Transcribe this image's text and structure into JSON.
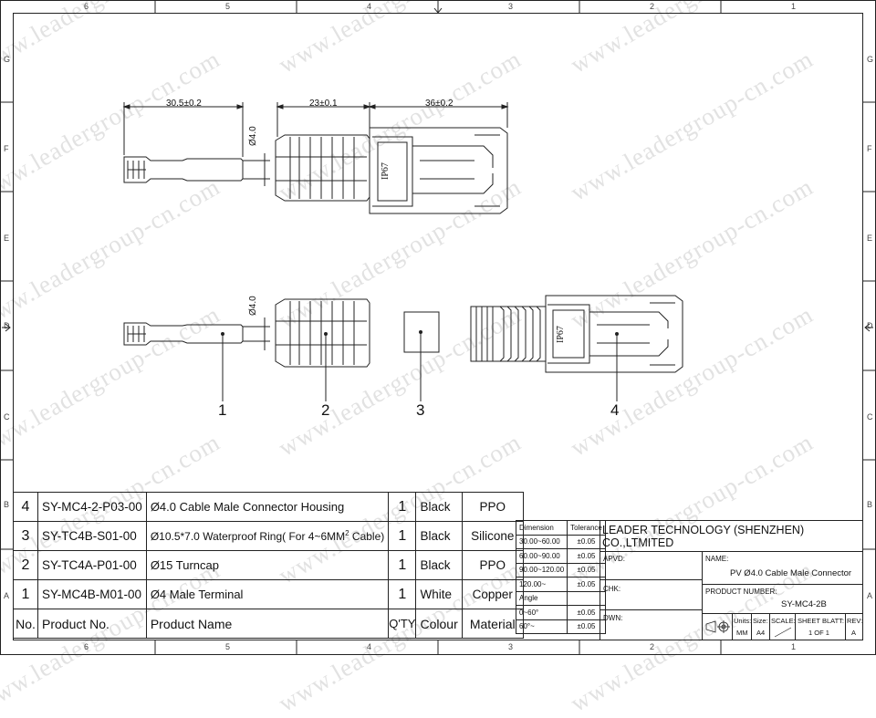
{
  "watermark": "www.leadergroup-cn.com",
  "grid": {
    "columns": [
      "6",
      "5",
      "4",
      "3",
      "2",
      "1"
    ],
    "rows": [
      "G",
      "F",
      "E",
      "D",
      "C",
      "B",
      "A"
    ]
  },
  "dimensions": {
    "terminal_length": "30.5±0.2",
    "terminal_diameter_top": "Ø4.0",
    "terminal_diameter_bottom": "Ø4.0",
    "turncap_length": "23±0.1",
    "housing_length": "36±0.2"
  },
  "markings": {
    "ip_rating_top": "IP67",
    "ip_rating_bottom": "IP67"
  },
  "callouts": [
    "1",
    "2",
    "3",
    "4"
  ],
  "parts_table": {
    "rows": [
      {
        "no": "4",
        "product_no": "SY-MC4-2-P03-00",
        "name": "Ø4.0 Cable Male Connector Housing",
        "name_sup": "",
        "name_tail": "",
        "qty": "1",
        "colour": "Black",
        "material": "PPO"
      },
      {
        "no": "3",
        "product_no": "SY-TC4B-S01-00",
        "name": "Ø10.5*7.0  Waterproof  Ring( For 4~6MM",
        "name_sup": "2",
        "name_tail": " Cable)",
        "qty": "1",
        "colour": "Black",
        "material": "Silicone"
      },
      {
        "no": "2",
        "product_no": "SY-TC4A-P01-00",
        "name": "Ø15  Turncap",
        "name_sup": "",
        "name_tail": "",
        "qty": "1",
        "colour": "Black",
        "material": "PPO"
      },
      {
        "no": "1",
        "product_no": "SY-MC4B-M01-00",
        "name": "Ø4 Male Terminal",
        "name_sup": "",
        "name_tail": "",
        "qty": "1",
        "colour": "White",
        "material": "Copper"
      }
    ],
    "header": {
      "no": "No.",
      "product_no": "Product  No.",
      "name": "Product  Name",
      "qty": "Q'TY",
      "colour": "Colour",
      "material": "Material"
    }
  },
  "tolerance": {
    "header": {
      "dimension": "Dimension",
      "tolerance": "Tolerance"
    },
    "rows": [
      {
        "range": "30.00~60.00",
        "tol": "±0.05"
      },
      {
        "range": "60.00~90.00",
        "tol": "±0.05"
      },
      {
        "range": "90.00~120.00",
        "tol": "±0.05"
      },
      {
        "range": "120.00~",
        "tol": "±0.05"
      },
      {
        "range": "Angle",
        "tol": ""
      },
      {
        "range": "0~60°",
        "tol": "±0.05"
      },
      {
        "range": "60°~",
        "tol": "±0.05"
      }
    ]
  },
  "title_block": {
    "company": "LEADER TECHNOLOGY  (SHENZHEN) CO.,LTMITED",
    "apvd_label": "APVD:",
    "chk_label": "CHK:",
    "dwn_label": "DWN:",
    "name_label": "NAME:",
    "name_value": "PV Ø4.0 Cable Male Connector",
    "product_number_label": "PRODUCT  NUMBER:",
    "product_number_value": "SY-MC4-2B",
    "units_label": "Units:",
    "units_value": "MM",
    "size_label": "Size:",
    "size_value": "A4",
    "scale_label": "SCALE:",
    "sheet_label": "SHEET BLATT:",
    "sheet_value": "1  OF  1",
    "rev_label": "REV:",
    "rev_value": "A"
  },
  "colors": {
    "line": "#222222",
    "watermark": "#e2e2e2",
    "background": "#ffffff"
  }
}
